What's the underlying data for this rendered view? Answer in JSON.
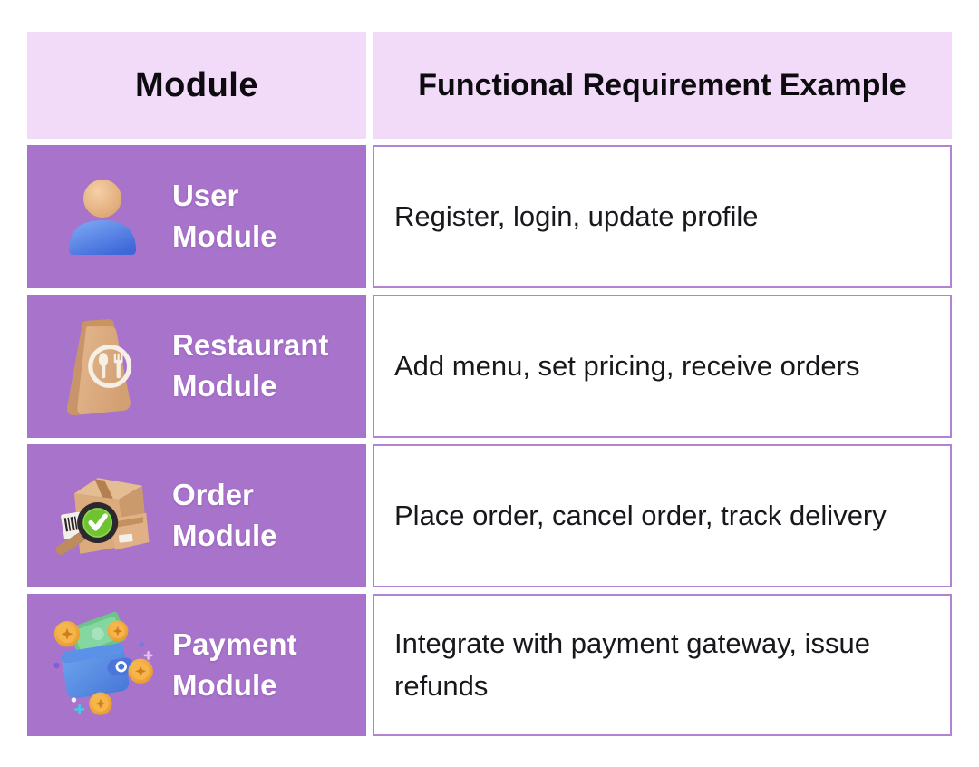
{
  "page": {
    "background": "#ffffff"
  },
  "colors": {
    "header_bg": "#f1dbf8",
    "module_cell_bg": "#a873cb",
    "example_cell_border": "#b183d2",
    "heading_text": "#0d0a10",
    "body_text": "#1a171c",
    "module_text": "#ffffff"
  },
  "table": {
    "headers": {
      "module": "Module",
      "example": "Functional Requirement Example"
    },
    "rows": [
      {
        "icon": "user-3d-icon",
        "module_label": "User\nModule",
        "example": "Register, login, update profile"
      },
      {
        "icon": "restaurant-bag-3d-icon",
        "module_label": "Restaurant\nModule",
        "example": "Add menu, set pricing, receive orders"
      },
      {
        "icon": "order-boxes-3d-icon",
        "module_label": "Order\nModule",
        "example": "Place order, cancel order, track delivery"
      },
      {
        "icon": "payment-wallet-3d-icon",
        "module_label": "Payment\nModule",
        "example": "Integrate with payment gateway, issue refunds"
      }
    ]
  },
  "chart_data": {
    "type": "table",
    "columns": [
      "Module",
      "Functional Requirement Example"
    ],
    "rows": [
      [
        "User Module",
        "Register, login, update profile"
      ],
      [
        "Restaurant Module",
        "Add menu, set pricing, receive orders"
      ],
      [
        "Order Module",
        "Place order, cancel order, track delivery"
      ],
      [
        "Payment Module",
        "Integrate with payment gateway, issue refunds"
      ]
    ]
  }
}
